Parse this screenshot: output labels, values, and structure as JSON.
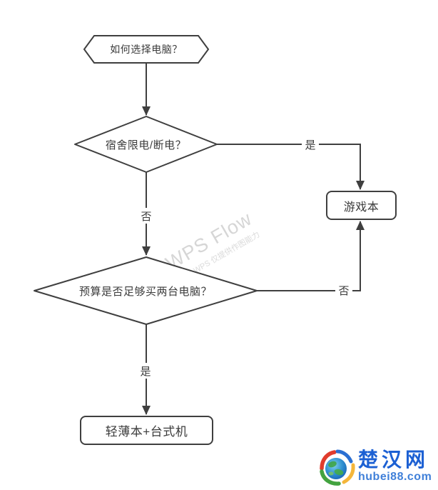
{
  "flowchart": {
    "nodes": {
      "start": {
        "label": "如何选择电脑？",
        "shape": "hexagon"
      },
      "decision1": {
        "label": "宿舍限电/断电？",
        "shape": "diamond"
      },
      "decision2": {
        "label": "预算是否足够买两台电脑？",
        "shape": "diamond"
      },
      "gaming": {
        "label": "游戏本",
        "shape": "rounded-rect"
      },
      "combo": {
        "label": "轻薄本+台式机",
        "shape": "rounded-rect"
      }
    },
    "edge_labels": {
      "decision1_yes": "是",
      "decision1_no": "否",
      "decision2_no": "否",
      "decision2_yes": "是"
    },
    "colors": {
      "stroke": "#3f3f3f",
      "node_fill": "#ffffff",
      "text": "#3b3b3b"
    }
  },
  "watermark": {
    "title": "WPS Flow",
    "subtitle": "WPS 仅提供作图能力",
    "color": "#d6d6d6"
  },
  "logo": {
    "site_name": "楚汉网",
    "site_domain": "hubei88.com",
    "name_color": "#1c60d3",
    "domain_color": "#4080d9"
  }
}
